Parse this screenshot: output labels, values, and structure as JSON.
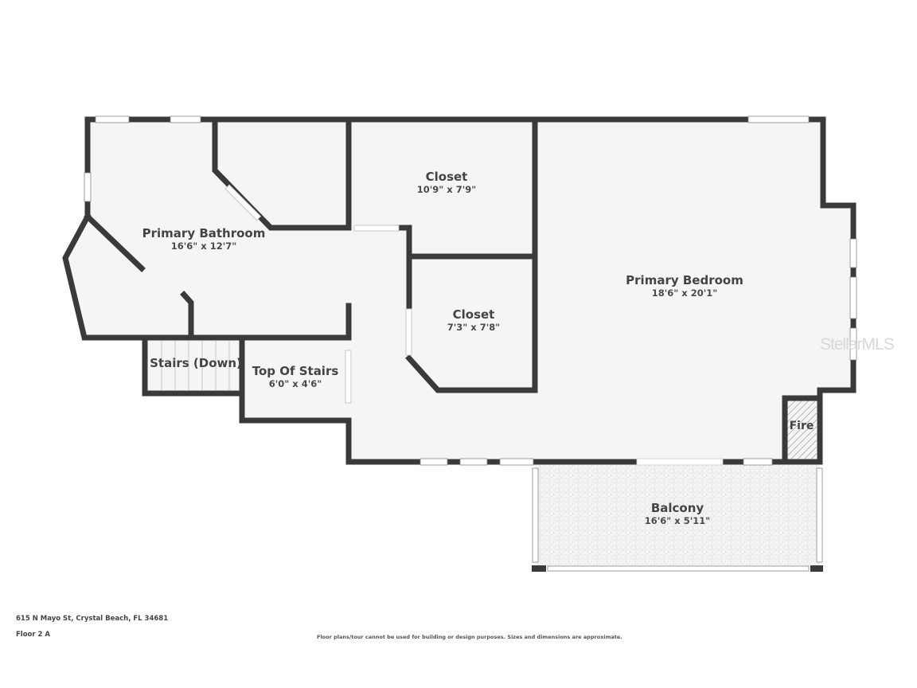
{
  "plan": {
    "property_address": "615 N Mayo St, Crystal Beach, FL 34681",
    "floor_label": "Floor 2 A",
    "disclaimer": "Floor plans/tour cannot be used for building or design purposes. Sizes and dimensions are approximate.",
    "watermark": "StellarMLS",
    "colors": {
      "wall": "#3a3a3a",
      "floor": "#f5f5f5",
      "background": "#ffffff",
      "text": "#444444"
    }
  },
  "rooms": {
    "primary_bathroom": {
      "name": "Primary Bathroom",
      "dims": "16'6\" x 12'7\""
    },
    "closet_upper": {
      "name": "Closet",
      "dims": "10'9\" x 7'9\""
    },
    "closet_lower": {
      "name": "Closet",
      "dims": "7'3\" x 7'8\""
    },
    "primary_bedroom": {
      "name": "Primary Bedroom",
      "dims": "18'6\" x 20'1\""
    },
    "stairs_down": {
      "name": "Stairs (Down)"
    },
    "top_of_stairs": {
      "name": "Top Of Stairs",
      "dims": "6'0\" x 4'6\""
    },
    "fireplace": {
      "name": "Fire"
    },
    "balcony": {
      "name": "Balcony",
      "dims": "16'6\" x 5'11\""
    }
  }
}
